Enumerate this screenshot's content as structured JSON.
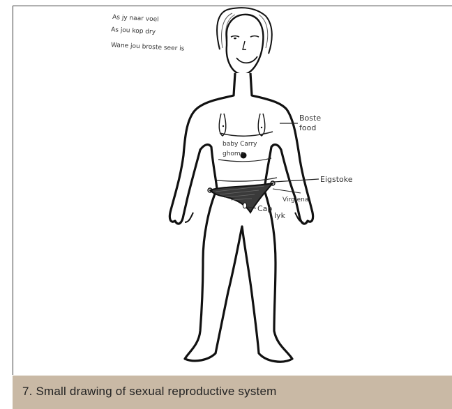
{
  "drawing": {
    "notes": [
      "As jy naar voel",
      "As jou kop dry",
      "Wane jou broste seer is"
    ],
    "labels": {
      "boste": "Boste",
      "food": "food",
      "baby_carry_1": "baby Carry",
      "baby_carry_2": "ghome",
      "eigstoke": "Eigstoke",
      "virg": "Virg ena",
      "cap": "Cap",
      "lyk": "lyk"
    }
  },
  "caption": {
    "text": "7. Small drawing of sexual reproductive system",
    "background": "#c9b9a5"
  }
}
